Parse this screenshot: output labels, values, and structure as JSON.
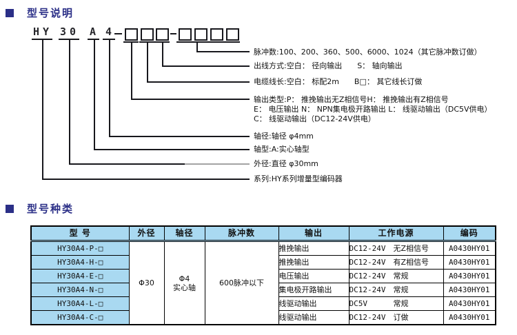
{
  "colors": {
    "accent_navy": "#2b2f87",
    "table_header_bg": "#a9d9f1",
    "line_black": "#17171c",
    "line_gray": "#a3a3a3"
  },
  "sections": [
    {
      "title": "型号说明"
    },
    {
      "title": "型号种类"
    }
  ],
  "diagram": {
    "chars": [
      "H",
      "Y",
      "3",
      "0",
      "A",
      "4"
    ],
    "labels": [
      {
        "text": "脉冲数:100、200、360、500、6000、1024（其它脉冲数订做）"
      },
      {
        "text": "出线方式:空白： 径向输出　　S： 轴向输出"
      },
      {
        "text": "电缆线长:空白： 标配2m　　B□： 其它线长订做"
      },
      {
        "line1": "输出类型:P： 推挽输出无Z相信号H： 推挽输出有Z相信号",
        "line2": "E： 电压输出 N： NPN集电极开路输出 L： 线驱动输出（DC5V供电）",
        "line3": "C： 线驱动输出（DC12-24V供电）"
      },
      {
        "text": "轴径:轴径 φ4mm"
      },
      {
        "text": "轴型:A:实心轴型"
      },
      {
        "text": "外径:直径 φ30mm"
      },
      {
        "text": "系列:HY系列增量型编码器"
      }
    ]
  },
  "table": {
    "headers": [
      "型 号",
      "外径",
      "轴径",
      "脉冲数",
      "输出",
      "工作电源",
      "编码"
    ],
    "merged": {
      "outer_diameter": "Φ30",
      "shaft_diameter": "Φ4",
      "shaft_type": "实心轴",
      "pulses": "600脉冲以下"
    },
    "rows": [
      {
        "model": "HY30A4-P-□",
        "output": "推挽输出",
        "power": "DC12-24V",
        "power_note": "无Z相信号",
        "code": "A0430HY01"
      },
      {
        "model": "HY30A4-H-□",
        "output": "推挽输出",
        "power": "DC12-24V",
        "power_note": "有Z相信号",
        "code": "A0430HY01"
      },
      {
        "model": "HY30A4-E-□",
        "output": "电压输出",
        "power": "DC12-24V",
        "power_note": "常规",
        "code": "A0430HY01"
      },
      {
        "model": "HY30A4-N-□",
        "output": "集电极开路输出",
        "power": "DC12-24V",
        "power_note": "常规",
        "code": "A0430HY01"
      },
      {
        "model": "HY30A4-L-□",
        "output": "线驱动输出",
        "power": "DC5V",
        "power_note": "常规",
        "code": "A0430HY01"
      },
      {
        "model": "HY30A4-C-□",
        "output": "线驱动输出",
        "power": "DC12-24V",
        "power_note": "订做",
        "code": "A0430HY01"
      }
    ]
  }
}
